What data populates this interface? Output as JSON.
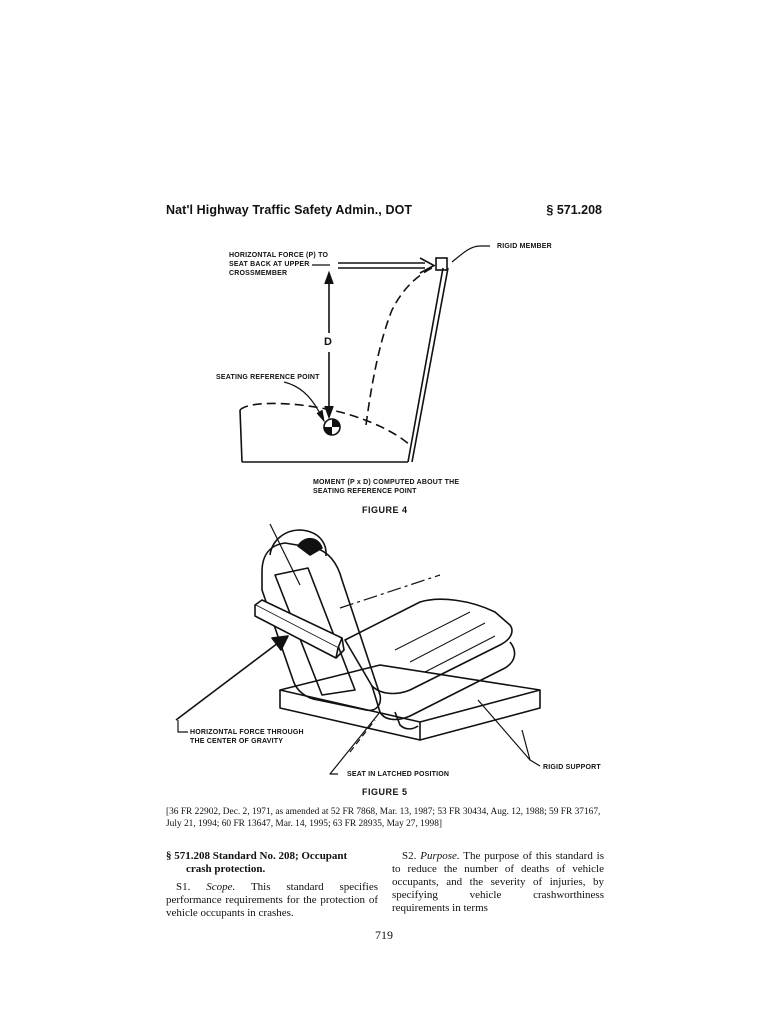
{
  "header": {
    "left": "Nat'l Highway Traffic Safety Admin., DOT",
    "right": "§ 571.208"
  },
  "figure4": {
    "label_force": [
      "HORIZONTAL FORCE (P) TO",
      "SEAT BACK AT UPPER",
      "CROSSMEMBER"
    ],
    "label_rigid": "RIGID MEMBER",
    "label_d": "D",
    "label_srp": "SEATING REFERENCE POINT",
    "label_moment": [
      "MOMENT (P x D) COMPUTED ABOUT THE",
      "SEATING REFERENCE POINT"
    ],
    "caption": "FIGURE 4"
  },
  "figure5": {
    "label_force": [
      "HORIZONTAL FORCE THROUGH",
      "THE CENTER OF GRAVITY"
    ],
    "label_latched": "SEAT IN LATCHED POSITION",
    "label_support": "RIGID SUPPORT",
    "caption": "FIGURE 5"
  },
  "citation": "[36 FR 22902, Dec. 2, 1971, as amended at 52 FR 7868, Mar. 13, 1987; 53 FR 30434, Aug. 12, 1988; 59 FR 37167, July 21, 1994; 60 FR 13647, Mar. 14, 1995; 63 FR 28935, May 27, 1998]",
  "section": {
    "title_line1": "§ 571.208  Standard No. 208; Occupant",
    "title_line2": "crash protection.",
    "s1_label": "S1.",
    "s1_heading": "Scope.",
    "s1_text": " This standard specifies performance requirements for the protection of vehicle occupants in crashes.",
    "s2_label": "S2.",
    "s2_heading": "Purpose.",
    "s2_text": " The purpose of this standard is to reduce the number of deaths of vehicle occupants, and the severity of injuries, by specifying vehicle crashworthiness requirements in terms"
  },
  "page_number": "719"
}
